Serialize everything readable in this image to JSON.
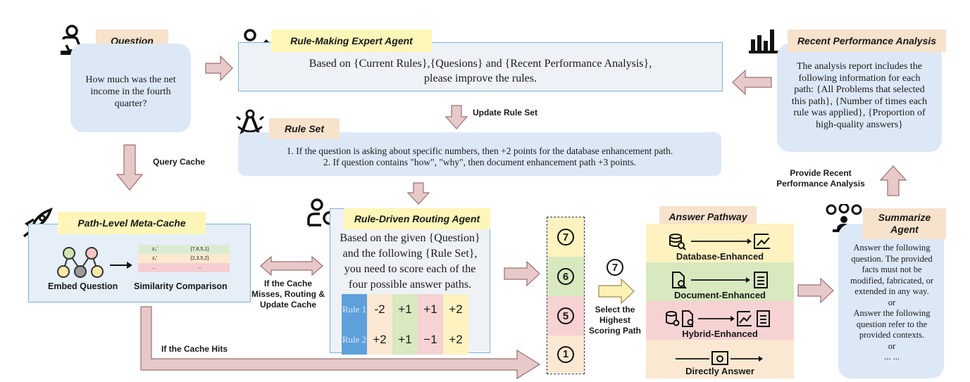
{
  "question": {
    "tag": "Question",
    "text": "How much was the net income in the fourth quarter?"
  },
  "expert_agent": {
    "tag": "Rule-Making Expert Agent",
    "line1": "Based on {Current Rules},{Quesions} and {Recent Performance Analysis},",
    "line2": "please improve the rules."
  },
  "performance": {
    "tag": "Recent Performance Analysis",
    "text": "The analysis report includes the following information for each path: {All Problems that selected this path}, {Number of times each rule was applied}, {Proportion of high-quality answers}"
  },
  "update_rule_set_label": "Update Rule Set",
  "rule_set": {
    "tag": "Rule Set",
    "rule1": "1. If the question is asking about specific numbers, then +2 points for the database enhancement path.",
    "rule2": "2. If question contains \"how\", \"why\", then document enhancement  path +3 points."
  },
  "query_cache_label": "Query Cache",
  "meta_cache": {
    "tag": "Path-Level Meta-Cache",
    "embed_label": "Embed Question",
    "similarity_label": "Similarity Comparison",
    "rows": [
      {
        "key": "z₀'",
        "value": "{7,6,5,1}"
      },
      {
        "key": "z₁'",
        "value": "{2,3,5,2}"
      },
      {
        "key": "...",
        "value": "..."
      }
    ]
  },
  "cache_miss_label": "If the Cache Misses, Routing & Update Cache",
  "cache_hit_label": "If the Cache Hits",
  "routing_agent": {
    "tag": "Rule-Driven Routing Agent",
    "text": "Based on the given {Question} and the following {Rule Set}, you need to score each of the four possible answer paths.",
    "rule1_label": "Rule 1",
    "rule2_label": "Rule 2",
    "rule1_scores": [
      "-2",
      "+1",
      "+1",
      "+2"
    ],
    "rule2_scores": [
      "+2",
      "+1",
      "−1",
      "+2"
    ]
  },
  "totals": [
    "7",
    "6",
    "5",
    "1"
  ],
  "selected_score": "7",
  "select_label": "Select the Highest Scoring Path",
  "answer_pathway": {
    "tag": "Answer Pathway",
    "paths": [
      "Database-Enhanced",
      "Document-Enhanced",
      "Hybrid-Enhanced",
      "Directly Answer"
    ]
  },
  "provide_label": "Provide Recent Performance Analysis",
  "summarize_agent": {
    "tag": "Summarize Agent",
    "text1": "Answer the following question. The provided facts must not be modified, fabricated, or extended in any way.",
    "or1": "or",
    "text2": "Answer the following question refer to the provided contexts.",
    "or2": "or",
    "ellipsis": "... ..."
  },
  "colors": {
    "blue_box": "#dde8f7",
    "yellow_tag": "#fdf6b8",
    "peach_tag": "#f7e2cc",
    "arrow_fill": "#e8c9c9",
    "arrow_stroke": "#9a7070",
    "green": "#d8e8bf",
    "pink": "#f6d2d2",
    "orange": "#fbe8d2",
    "yellow": "#fdf2c0",
    "rule_blue": "#5ea0dc"
  }
}
